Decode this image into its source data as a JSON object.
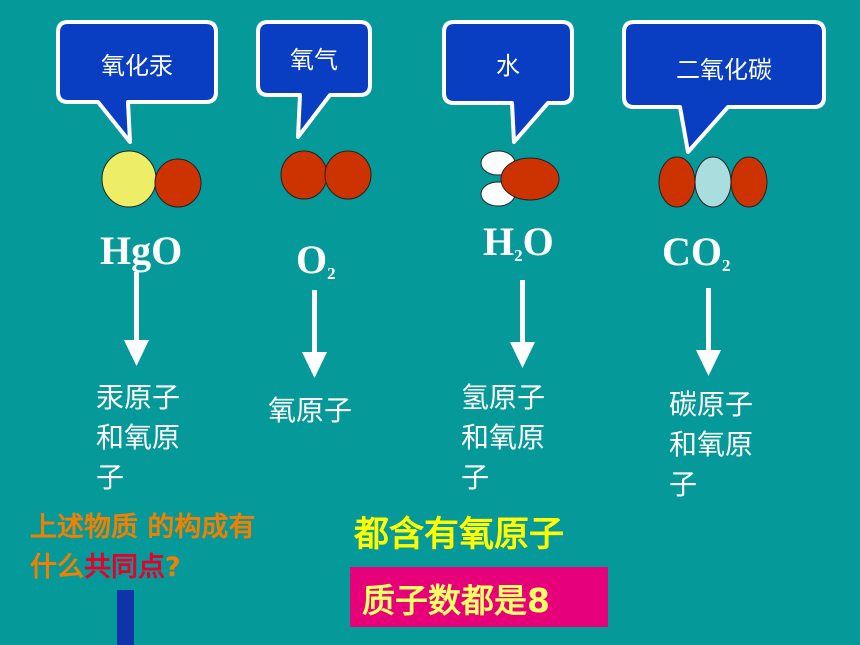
{
  "molecules": [
    {
      "bubble": "氧化汞",
      "formula_main": "HgO",
      "formula_sub": "",
      "formula_tail": "",
      "desc_lines": [
        "汞原子",
        "和氧原",
        "子"
      ]
    },
    {
      "bubble": "氧气",
      "formula_main": "O",
      "formula_sub": "2",
      "formula_tail": "",
      "desc_lines": [
        "氧原子"
      ]
    },
    {
      "bubble": "水",
      "formula_main": "H",
      "formula_sub": "2",
      "formula_tail": "O",
      "desc_lines": [
        "氢原子",
        "和氧原",
        "子"
      ]
    },
    {
      "bubble": "二氧化碳",
      "formula_main": "CO",
      "formula_sub": "2",
      "formula_tail": "",
      "desc_lines": [
        "碳原子",
        "和氧原",
        "子"
      ]
    }
  ],
  "question": {
    "line1": "上述物质 的构成有",
    "line2_pre": "什么",
    "line2_hl": "共同点",
    "line2_post": "?"
  },
  "answers": {
    "a1": "都含有氧原子",
    "a2": "质子数都是8"
  },
  "colors": {
    "background": "#069999",
    "bubble": "#0a3ec2",
    "oxygen": "#cc3300",
    "mercury": "#eeee66",
    "hydrogen": "#ffffff",
    "carbon": "#aadddd"
  }
}
